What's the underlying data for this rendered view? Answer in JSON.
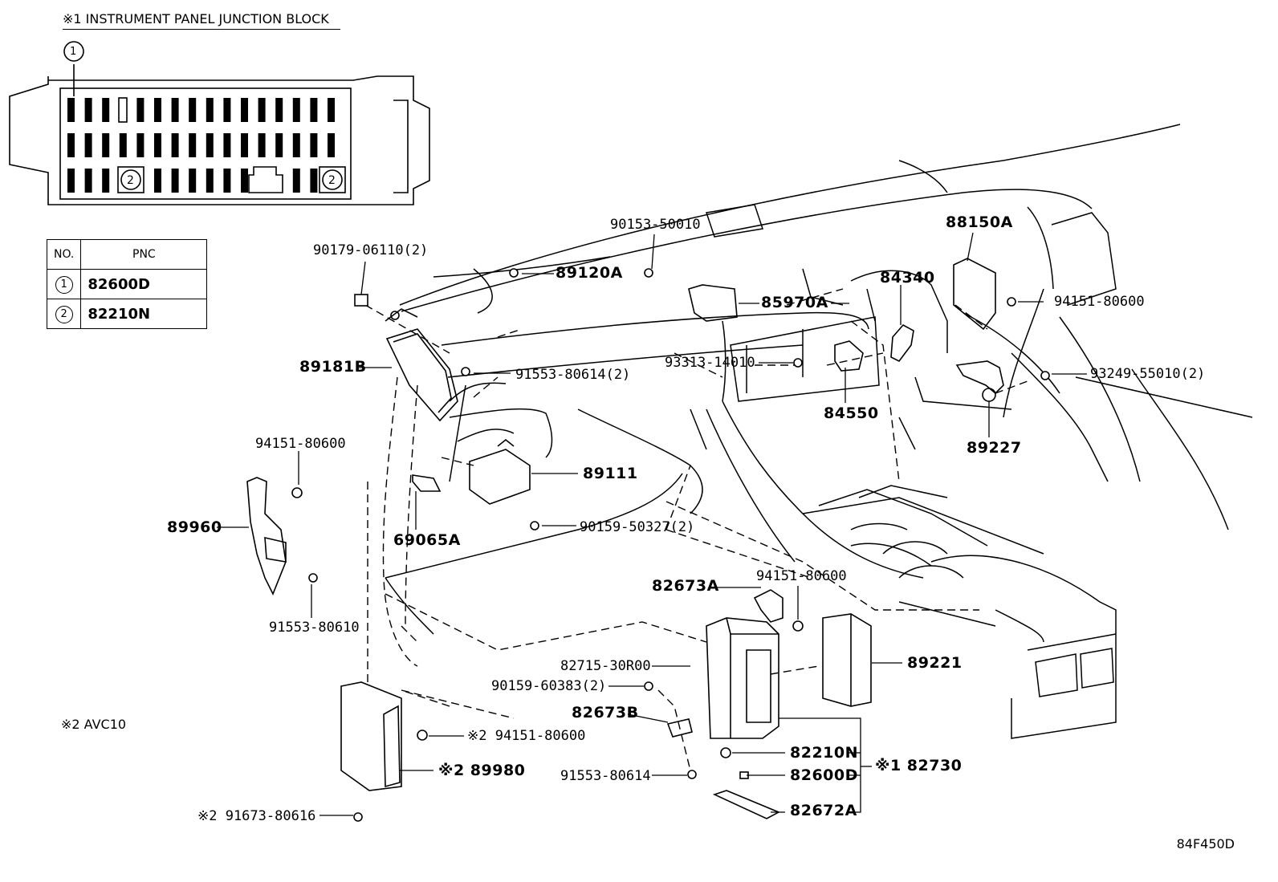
{
  "header": {
    "title": "※1 INSTRUMENT PANEL JUNCTION BLOCK"
  },
  "table": {
    "col_no": "NO.",
    "col_pnc": "PNC",
    "rows": [
      {
        "no": "1",
        "pnc": "82600D"
      },
      {
        "no": "2",
        "pnc": "82210N"
      }
    ]
  },
  "junction_block": {
    "marker_1": "1",
    "marker_2a": "2",
    "marker_2b": "2"
  },
  "notes": {
    "avc": "※2  AVC10"
  },
  "labels": {
    "p90179": "90179-06110(2)",
    "p90153": "90153-50010",
    "p89120A": "89120A",
    "p85970A": "85970A",
    "p88150A": "88150A",
    "p84340": "84340",
    "p94151_top": "94151-80600",
    "p89181B": "89181B",
    "p91553_2": "91553-80614(2)",
    "p93313": "93313-14010",
    "p93249": "93249-55010(2)",
    "p84550": "84550",
    "p89227": "89227",
    "p94151_left": "94151-80600",
    "p89111": "89111",
    "p89960": "89960",
    "p69065A": "69065A",
    "p90159_50327": "90159-50327(2)",
    "p91553_80610": "91553-80610",
    "p94151_mid": "94151-80600",
    "p82673A": "82673A",
    "p89221": "89221",
    "p82715": "82715-30R00",
    "p90159_60383": "90159-60383(2)",
    "p82673B": "82673B",
    "p94151_bot": "※2 94151-80600",
    "p89980": "※2 89980",
    "p82210N": "82210N",
    "p82730": "※1 82730",
    "p91553_80614": "91553-80614",
    "p82600D": "82600D",
    "p91673": "※2 91673-80616",
    "p82672A": "82672A"
  },
  "footer": {
    "code": "84F450D"
  }
}
